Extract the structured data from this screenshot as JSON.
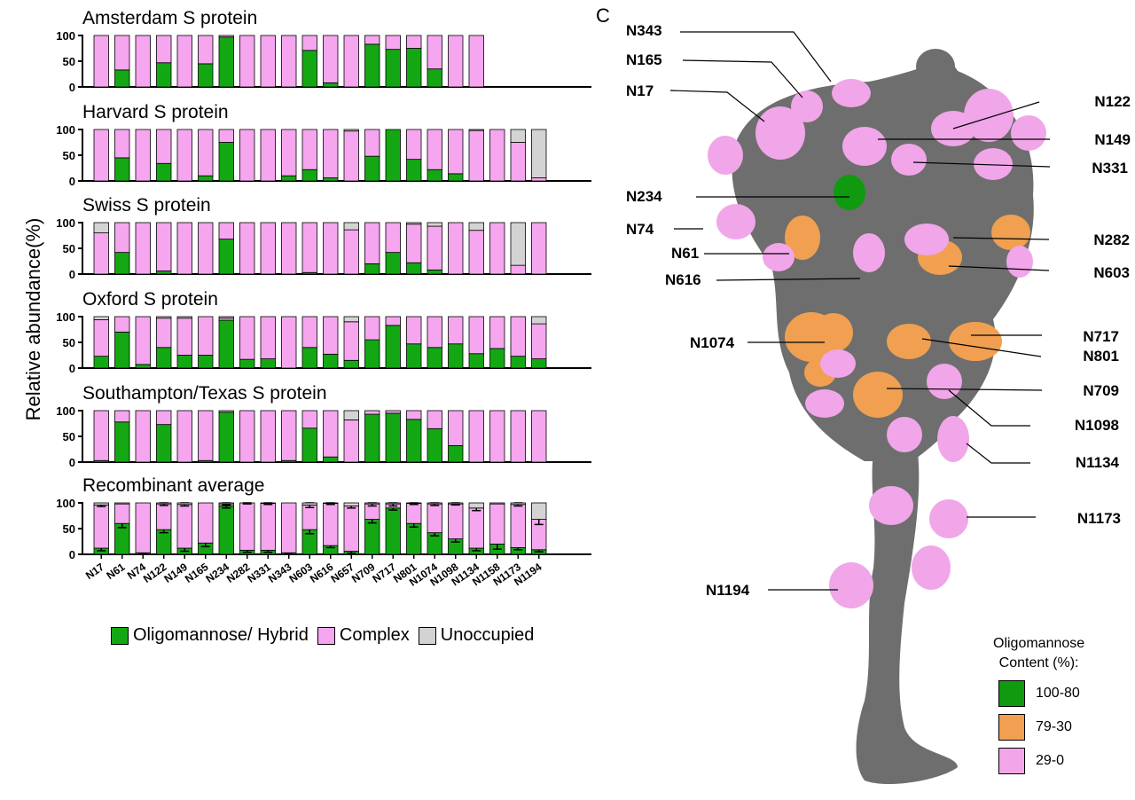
{
  "panel_letter": "C",
  "ylabel": "Relative abundance(%)",
  "colors": {
    "oligomannose": "#13a813",
    "complex": "#f5a6ef",
    "unoccupied": "#d3d3d3",
    "struct_gray": "#707070",
    "struct_orange": "#f0a050",
    "struct_pink": "#f0a6e8",
    "struct_green": "#109a10"
  },
  "legend": [
    {
      "label": "Oligomannose/ Hybrid",
      "color": "#13a813"
    },
    {
      "label": "Complex",
      "color": "#f5a6ef"
    },
    {
      "label": "Unoccupied",
      "color": "#d3d3d3"
    }
  ],
  "chart_data": [
    {
      "type": "bar",
      "stacked": true,
      "title": "Amsterdam S protein",
      "categories": [
        "N17",
        "N61",
        "N74",
        "N122",
        "N149",
        "N165",
        "N234",
        "N282",
        "N331",
        "N343",
        "N603",
        "N616",
        "N657",
        "N709",
        "N717",
        "N801",
        "N1074",
        "N1098",
        "N1134",
        "N1158",
        "N1173",
        "N1194"
      ],
      "ylim": [
        0,
        100
      ],
      "yticks": [
        0,
        50,
        100
      ],
      "series": [
        {
          "name": "Oligomannose/ Hybrid",
          "values": [
            0,
            33,
            0,
            47,
            0,
            45,
            97,
            0,
            0,
            0,
            71,
            8,
            0,
            83,
            73,
            75,
            35,
            0,
            0,
            0,
            0,
            0
          ]
        },
        {
          "name": "Complex",
          "values": [
            100,
            67,
            100,
            53,
            100,
            55,
            3,
            100,
            100,
            100,
            29,
            92,
            100,
            17,
            27,
            25,
            65,
            100,
            100,
            0,
            0,
            0
          ]
        },
        {
          "name": "Unoccupied",
          "values": [
            0,
            0,
            0,
            0,
            0,
            0,
            0,
            0,
            0,
            0,
            0,
            0,
            0,
            0,
            0,
            0,
            0,
            0,
            0,
            0,
            0,
            0
          ]
        }
      ]
    },
    {
      "type": "bar",
      "stacked": true,
      "title": "Harvard S protein",
      "categories": [
        "N17",
        "N61",
        "N74",
        "N122",
        "N149",
        "N165",
        "N234",
        "N282",
        "N331",
        "N343",
        "N603",
        "N616",
        "N657",
        "N709",
        "N717",
        "N801",
        "N1074",
        "N1098",
        "N1134",
        "N1158",
        "N1173",
        "N1194"
      ],
      "ylim": [
        0,
        100
      ],
      "yticks": [
        0,
        50,
        100
      ],
      "series": [
        {
          "name": "Oligomannose/ Hybrid",
          "values": [
            0,
            45,
            0,
            34,
            0,
            10,
            75,
            0,
            0,
            10,
            22,
            6,
            0,
            48,
            100,
            42,
            22,
            14,
            0,
            0,
            0,
            0
          ]
        },
        {
          "name": "Complex",
          "values": [
            100,
            55,
            100,
            66,
            100,
            90,
            25,
            100,
            100,
            90,
            78,
            94,
            97,
            52,
            0,
            58,
            78,
            86,
            98,
            100,
            75,
            6
          ]
        },
        {
          "name": "Unoccupied",
          "values": [
            0,
            0,
            0,
            0,
            0,
            0,
            0,
            0,
            0,
            0,
            0,
            0,
            3,
            0,
            0,
            0,
            0,
            0,
            2,
            0,
            25,
            94
          ]
        }
      ]
    },
    {
      "type": "bar",
      "stacked": true,
      "title": "Swiss S protein",
      "categories": [
        "N17",
        "N61",
        "N74",
        "N122",
        "N149",
        "N165",
        "N234",
        "N282",
        "N331",
        "N343",
        "N603",
        "N616",
        "N657",
        "N709",
        "N717",
        "N801",
        "N1074",
        "N1098",
        "N1134",
        "N1158",
        "N1173",
        "N1194"
      ],
      "ylim": [
        0,
        100
      ],
      "yticks": [
        0,
        50,
        100
      ],
      "series": [
        {
          "name": "Oligomannose/ Hybrid",
          "values": [
            0,
            42,
            0,
            6,
            0,
            0,
            68,
            0,
            0,
            0,
            3,
            0,
            0,
            20,
            42,
            22,
            8,
            0,
            0,
            0,
            0,
            0
          ]
        },
        {
          "name": "Complex",
          "values": [
            80,
            58,
            100,
            94,
            100,
            100,
            32,
            100,
            100,
            100,
            97,
            100,
            86,
            80,
            58,
            75,
            85,
            100,
            85,
            100,
            17,
            100
          ]
        },
        {
          "name": "Unoccupied",
          "values": [
            20,
            0,
            0,
            0,
            0,
            0,
            0,
            0,
            0,
            0,
            0,
            0,
            14,
            0,
            0,
            3,
            7,
            0,
            15,
            0,
            83,
            0
          ]
        }
      ]
    },
    {
      "type": "bar",
      "stacked": true,
      "title": "Oxford S protein",
      "categories": [
        "N17",
        "N61",
        "N74",
        "N122",
        "N149",
        "N165",
        "N234",
        "N282",
        "N331",
        "N343",
        "N603",
        "N616",
        "N657",
        "N709",
        "N717",
        "N801",
        "N1074",
        "N1098",
        "N1134",
        "N1158",
        "N1173",
        "N1194"
      ],
      "ylim": [
        0,
        100
      ],
      "yticks": [
        0,
        50,
        100
      ],
      "series": [
        {
          "name": "Oligomannose/ Hybrid",
          "values": [
            23,
            70,
            7,
            40,
            25,
            25,
            93,
            17,
            18,
            0,
            40,
            27,
            15,
            55,
            83,
            47,
            40,
            47,
            28,
            38,
            23,
            18
          ]
        },
        {
          "name": "Complex",
          "values": [
            71,
            30,
            93,
            57,
            72,
            75,
            4,
            83,
            82,
            100,
            60,
            73,
            75,
            45,
            17,
            53,
            60,
            53,
            72,
            62,
            77,
            68
          ]
        },
        {
          "name": "Unoccupied",
          "values": [
            6,
            0,
            0,
            3,
            3,
            0,
            3,
            0,
            0,
            0,
            0,
            0,
            10,
            0,
            0,
            0,
            0,
            0,
            0,
            0,
            0,
            14
          ]
        }
      ]
    },
    {
      "type": "bar",
      "stacked": true,
      "title": "Southampton/Texas S protein",
      "categories": [
        "N17",
        "N61",
        "N74",
        "N122",
        "N149",
        "N165",
        "N234",
        "N282",
        "N331",
        "N343",
        "N603",
        "N616",
        "N657",
        "N709",
        "N717",
        "N801",
        "N1074",
        "N1098",
        "N1134",
        "N1158",
        "N1173",
        "N1194"
      ],
      "ylim": [
        0,
        100
      ],
      "yticks": [
        0,
        50,
        100
      ],
      "series": [
        {
          "name": "Oligomannose/ Hybrid",
          "values": [
            3,
            78,
            0,
            73,
            0,
            3,
            97,
            0,
            0,
            3,
            66,
            10,
            0,
            93,
            95,
            83,
            65,
            32,
            0,
            0,
            0,
            0
          ]
        },
        {
          "name": "Complex",
          "values": [
            97,
            22,
            100,
            27,
            100,
            97,
            3,
            100,
            100,
            97,
            34,
            90,
            82,
            7,
            5,
            17,
            35,
            68,
            100,
            100,
            100,
            100
          ]
        },
        {
          "name": "Unoccupied",
          "values": [
            0,
            0,
            0,
            0,
            0,
            0,
            0,
            0,
            0,
            0,
            0,
            0,
            18,
            0,
            0,
            0,
            0,
            0,
            0,
            0,
            0,
            0
          ]
        }
      ]
    },
    {
      "type": "bar",
      "stacked": true,
      "error_bars": true,
      "title": "Recombinant average",
      "categories": [
        "N17",
        "N61",
        "N74",
        "N122",
        "N149",
        "N165",
        "N234",
        "N282",
        "N331",
        "N343",
        "N603",
        "N616",
        "N657",
        "N709",
        "N717",
        "N801",
        "N1074",
        "N1098",
        "N1134",
        "N1158",
        "N1173",
        "N1194"
      ],
      "ylim": [
        0,
        100
      ],
      "yticks": [
        0,
        50,
        100
      ],
      "series": [
        {
          "name": "Oligomannose/ Hybrid",
          "values": [
            12,
            60,
            3,
            48,
            12,
            22,
            94,
            8,
            8,
            3,
            48,
            17,
            6,
            68,
            90,
            60,
            42,
            30,
            12,
            20,
            13,
            9
          ],
          "errors": [
            5,
            8,
            2,
            6,
            6,
            7,
            4,
            4,
            4,
            1,
            8,
            4,
            4,
            7,
            4,
            7,
            6,
            6,
            5,
            10,
            4,
            4
          ]
        },
        {
          "name": "Complex",
          "values": [
            84,
            38,
            97,
            50,
            85,
            78,
            4,
            92,
            91,
            97,
            48,
            82,
            88,
            30,
            8,
            39,
            56,
            68,
            78,
            78,
            84,
            59
          ],
          "errors": [
            3,
            0,
            0,
            3,
            3,
            0,
            2,
            2,
            2,
            0,
            5,
            2,
            4,
            4,
            4,
            2,
            3,
            2,
            5,
            0,
            3,
            10
          ]
        },
        {
          "name": "Unoccupied",
          "values": [
            4,
            2,
            0,
            2,
            3,
            0,
            2,
            0,
            1,
            0,
            4,
            1,
            6,
            2,
            2,
            1,
            2,
            2,
            10,
            2,
            3,
            32
          ],
          "errors": [
            0,
            0,
            0,
            0,
            0,
            0,
            0,
            0,
            0,
            0,
            0,
            0,
            0,
            0,
            0,
            0,
            0,
            0,
            0,
            0,
            0,
            0
          ]
        }
      ]
    }
  ],
  "structure": {
    "site_labels": [
      {
        "label": "N343"
      },
      {
        "label": "N165"
      },
      {
        "label": "N17"
      },
      {
        "label": "N122"
      },
      {
        "label": "N149"
      },
      {
        "label": "N331"
      },
      {
        "label": "N234"
      },
      {
        "label": "N74"
      },
      {
        "label": "N61"
      },
      {
        "label": "N282"
      },
      {
        "label": "N616"
      },
      {
        "label": "N603"
      },
      {
        "label": "N1074"
      },
      {
        "label": "N717"
      },
      {
        "label": "N801"
      },
      {
        "label": "N709"
      },
      {
        "label": "N1098"
      },
      {
        "label": "N1134"
      },
      {
        "label": "N1173"
      },
      {
        "label": "N1194"
      }
    ]
  },
  "olig_legend": {
    "title_line1": "Oligomannose",
    "title_line2": "Content (%):",
    "items": [
      {
        "label": "100-80",
        "color": "#109a10"
      },
      {
        "label": "79-30",
        "color": "#f0a050"
      },
      {
        "label": "29-0",
        "color": "#f0a6e8"
      }
    ]
  }
}
